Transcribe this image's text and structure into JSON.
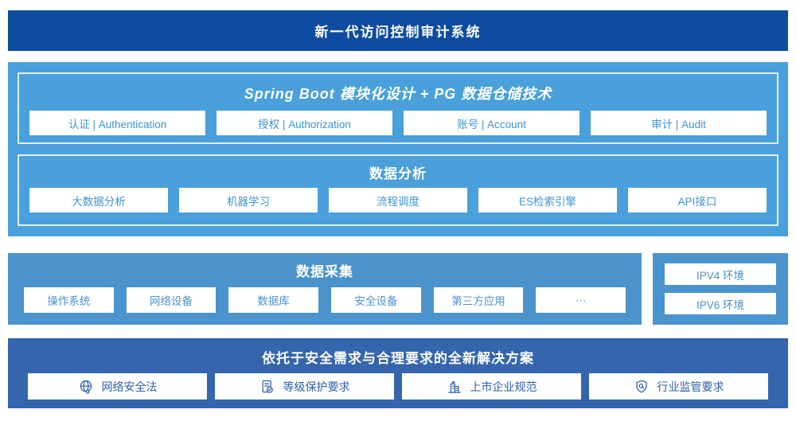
{
  "banner": {
    "title": "新一代访问控制审计系统"
  },
  "platform": {
    "spring": {
      "title": "Spring Boot 模块化设计 + PG 数据仓储技术",
      "modules": [
        "认证 | Authentication",
        "授权 | Authorization",
        "账号 | Account",
        "审计 | Audit"
      ]
    },
    "analysis": {
      "title": "数据分析",
      "modules": [
        "大数据分析",
        "机器学习",
        "流程调度",
        "ES检索引擎",
        "API接口"
      ]
    }
  },
  "collection": {
    "title": "数据采集",
    "modules": [
      "操作系统",
      "网络设备",
      "数据库",
      "安全设备",
      "第三方应用",
      "···"
    ]
  },
  "environments": {
    "items": [
      "IPV4 环境",
      "IPV6 环境"
    ]
  },
  "solution": {
    "title": "依托于安全需求与合理要求的全新解决方案",
    "items": [
      {
        "icon": "globe-icon",
        "label": "网络安全法"
      },
      {
        "icon": "document-check-icon",
        "label": "等级保护要求"
      },
      {
        "icon": "building-icon",
        "label": "上市企业规范"
      },
      {
        "icon": "shield-search-icon",
        "label": "行业监管要求"
      }
    ]
  },
  "colors": {
    "banner_bg": "#0e4c9f",
    "platform_bg": "#49a0da",
    "collection_bg": "#4b93cd",
    "solution_bg": "#3465ad",
    "module_text_light": "#3d95d3",
    "module_text_dark": "#2e5fa9"
  }
}
